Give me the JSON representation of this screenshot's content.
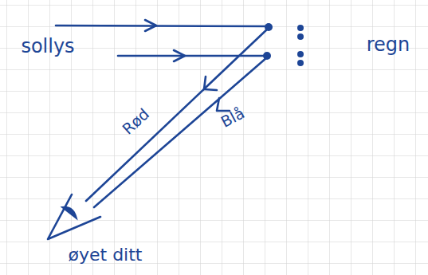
{
  "diagram": {
    "labels": [
      "sollys",
      "regn",
      "Rød",
      "Blå",
      "øyet ditt"
    ]
  }
}
